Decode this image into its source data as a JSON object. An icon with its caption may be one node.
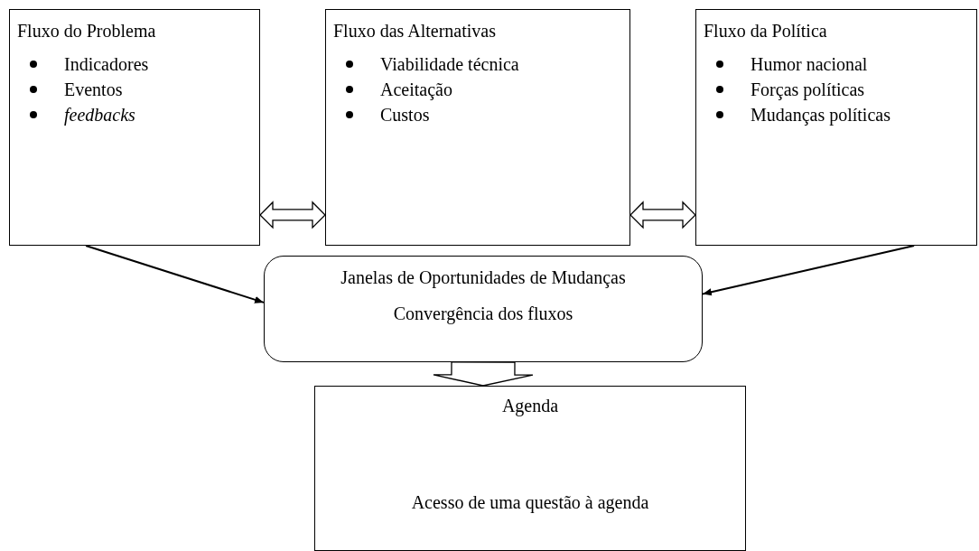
{
  "diagram": {
    "nodes": [
      {
        "text": [
          "Fluxo do Problema",
          "Indicadores",
          "Eventos",
          "feedbacks"
        ]
      },
      {
        "text": [
          "Fluxo das Alternativas",
          "Viabilidade técnica",
          "Aceitação",
          "Custos"
        ]
      },
      {
        "text": [
          "Fluxo da Política",
          "Humor nacional",
          "Forças políticas",
          "Mudanças políticas"
        ]
      },
      {
        "text": [
          "Janelas de Oportunidades de Mudanças",
          "Convergência dos fluxos"
        ]
      },
      {
        "text": [
          "Agenda",
          "Acesso de uma questão à agenda"
        ]
      }
    ],
    "edges": [
      {
        "from": 0,
        "to": 1,
        "arrow": "both",
        "style": "thick"
      },
      {
        "from": 1,
        "to": 2,
        "arrow": "both",
        "style": "thick"
      },
      {
        "from": 0,
        "to": 3,
        "arrow": "to"
      },
      {
        "from": 2,
        "to": 3,
        "arrow": "to"
      },
      {
        "from": 3,
        "to": 4,
        "arrow": "to",
        "style": "thick"
      }
    ]
  }
}
